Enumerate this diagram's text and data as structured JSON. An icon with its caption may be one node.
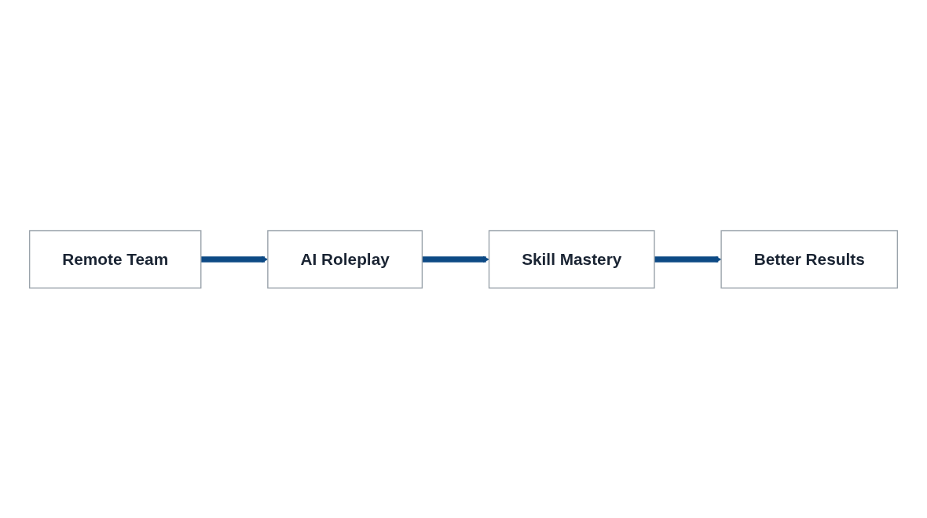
{
  "diagram": {
    "nodes": [
      {
        "text": [
          "Remote Team"
        ]
      },
      {
        "text": [
          "AI Roleplay"
        ]
      },
      {
        "text": [
          "Skill Mastery"
        ]
      },
      {
        "text": [
          "Better Results"
        ]
      }
    ],
    "edges": [
      {
        "from": 0,
        "to": 1,
        "arrow": "to"
      },
      {
        "from": 1,
        "to": 2,
        "arrow": "to"
      },
      {
        "from": 2,
        "to": 3,
        "arrow": "to"
      }
    ]
  }
}
